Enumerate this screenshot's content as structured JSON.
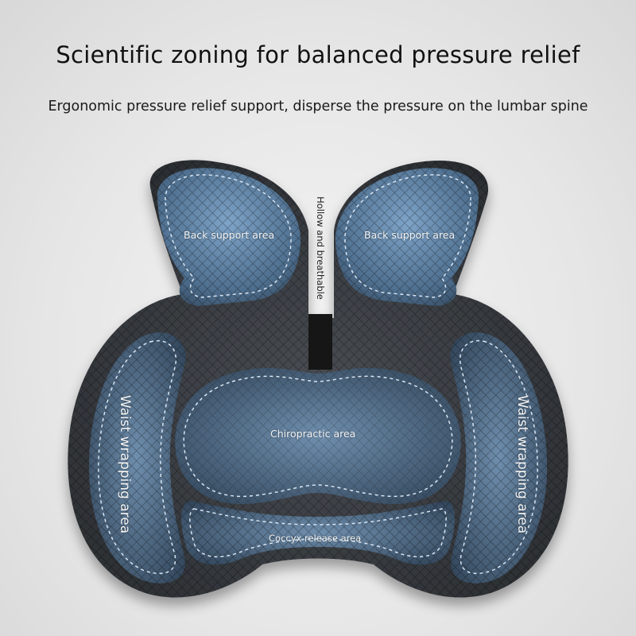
{
  "header": {
    "title": "Scientific zoning for balanced pressure relief",
    "subtitle": "Ergonomic pressure relief support, disperse the pressure on the lumbar spine"
  },
  "zones": {
    "back_left": "Back support area",
    "back_right": "Back support area",
    "center_gap": "Hollow and breathable",
    "waist_left": "Waist wrapping area",
    "waist_right": "Waist wrapping area",
    "chiropractic": "Chiropractic area",
    "coccyx": "Coccyx release area"
  },
  "colors": {
    "cushion_base": "#3a3d42",
    "gel_blue": "#6d93b8",
    "stitch": "#d9e6f3"
  }
}
